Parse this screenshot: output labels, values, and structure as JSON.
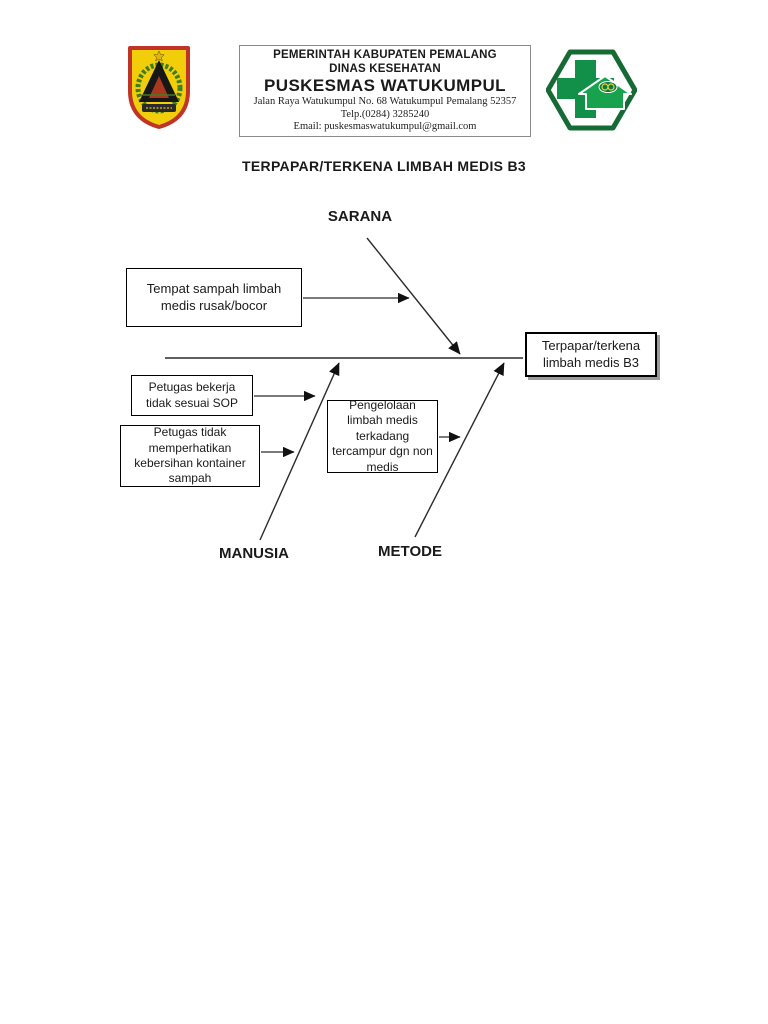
{
  "colors": {
    "ink": "#1a1a1a",
    "box_border": "#000000",
    "effect_shadow": "#9a9a9a",
    "seal_yellow": "#f2ce0a",
    "seal_red": "#c03428",
    "seal_green": "#3f7d23",
    "puskesmas_green": "#12813f"
  },
  "header": {
    "left_logo": "pemalang-regency-seal",
    "right_logo": "puskesmas-symbol",
    "agency": {
      "government": "PEMERINTAH KABUPATEN PEMALANG",
      "department": "DINAS KESEHATAN",
      "facility": "PUSKESMAS WATUKUMPUL",
      "address": "Jalan Raya Watukumpul No. 68 Watukumpul Pemalang 52357",
      "phone": "Telp.(0284) 3285240",
      "email": "Email: puskesmaswatukumpul@gmail.com"
    }
  },
  "title": "TERPAPAR/TERKENA LIMBAH MEDIS B3",
  "diagram": {
    "type": "fishbone",
    "effect": "Terpapar/terkena limbah medis B3",
    "branches": [
      {
        "label": "SARANA",
        "position": "top",
        "causes": [
          "Tempat sampah limbah medis rusak/bocor"
        ]
      },
      {
        "label": "MANUSIA",
        "position": "bottom",
        "causes": [
          "Petugas bekerja tidak sesuai SOP",
          "Petugas tidak memperhatikan kebersihan kontainer sampah"
        ]
      },
      {
        "label": "METODE",
        "position": "bottom",
        "causes": [
          "Pengelolaan limbah medis terkadang tercampur dgn non medis"
        ]
      }
    ]
  }
}
